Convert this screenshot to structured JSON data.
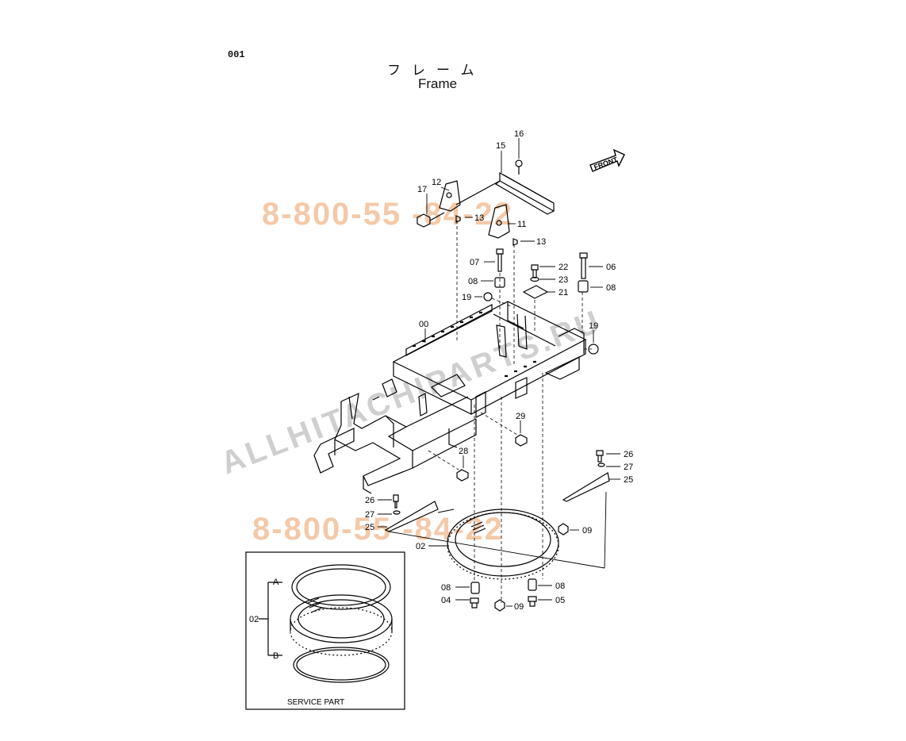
{
  "page": {
    "number": "001",
    "title_jp": "フレーム",
    "title_en": "Frame"
  },
  "front_label": "FRONT",
  "watermarks": {
    "phone": "8-800-55 -84-22",
    "site": "ALLHITACHIPARTS.RU",
    "color_phone": "#f4c9a8",
    "color_site": "#cfcfcf"
  },
  "callouts": [
    {
      "id": "c16",
      "text": "16"
    },
    {
      "id": "c15",
      "text": "15"
    },
    {
      "id": "c12",
      "text": "12"
    },
    {
      "id": "c17",
      "text": "17"
    },
    {
      "id": "c13a",
      "text": "13"
    },
    {
      "id": "c11",
      "text": "11"
    },
    {
      "id": "c13b",
      "text": "13"
    },
    {
      "id": "c07",
      "text": "07"
    },
    {
      "id": "c22",
      "text": "22"
    },
    {
      "id": "c06",
      "text": "06"
    },
    {
      "id": "c08a",
      "text": "08"
    },
    {
      "id": "c23",
      "text": "23"
    },
    {
      "id": "c08b",
      "text": "08"
    },
    {
      "id": "c19a",
      "text": "19"
    },
    {
      "id": "c21",
      "text": "21"
    },
    {
      "id": "c00",
      "text": "00"
    },
    {
      "id": "c19b",
      "text": "19"
    },
    {
      "id": "c29",
      "text": "29"
    },
    {
      "id": "c28",
      "text": "28"
    },
    {
      "id": "c26a",
      "text": "26"
    },
    {
      "id": "c27a",
      "text": "27"
    },
    {
      "id": "c25a",
      "text": "25"
    },
    {
      "id": "c26b",
      "text": "26"
    },
    {
      "id": "c27b",
      "text": "27"
    },
    {
      "id": "c25b",
      "text": "25"
    },
    {
      "id": "c09a",
      "text": "09"
    },
    {
      "id": "c02",
      "text": "02"
    },
    {
      "id": "c08c",
      "text": "08"
    },
    {
      "id": "c04",
      "text": "04"
    },
    {
      "id": "c09b",
      "text": "09"
    },
    {
      "id": "c08d",
      "text": "08"
    },
    {
      "id": "c05",
      "text": "05"
    }
  ],
  "service_part": {
    "caption": "SERVICE PART",
    "label_a": "A",
    "label_b": "B",
    "label_02": "02"
  }
}
